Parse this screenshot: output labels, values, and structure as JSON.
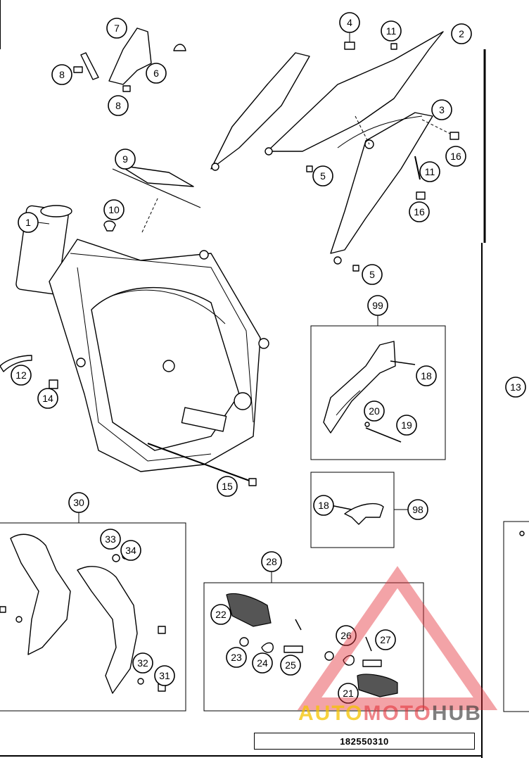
{
  "diagram": {
    "reference_number": "182550310",
    "callouts": {
      "c1": "1",
      "c2": "2",
      "c3": "3",
      "c4": "4",
      "c5a": "5",
      "c5b": "5",
      "c6": "6",
      "c7": "7",
      "c8a": "8",
      "c8b": "8",
      "c9": "9",
      "c10": "10",
      "c11a": "11",
      "c11b": "11",
      "c12": "12",
      "c13": "13",
      "c14": "14",
      "c15": "15",
      "c16a": "16",
      "c16b": "16",
      "c18a": "18",
      "c18b": "18",
      "c19": "19",
      "c20": "20",
      "c21": "21",
      "c22": "22",
      "c23": "23",
      "c24": "24",
      "c25": "25",
      "c26": "26",
      "c27": "27",
      "c28": "28",
      "c30": "30",
      "c31": "31",
      "c32": "32",
      "c33": "33",
      "c34": "34",
      "c98": "98",
      "c99": "99"
    }
  },
  "watermark": {
    "brand_part1": "AUTO",
    "brand_part2": "MOTO",
    "brand_part3": "HUB",
    "colors": {
      "yellow": "#f5c400",
      "red": "#e4343c",
      "dark": "#2d2d2d"
    }
  }
}
